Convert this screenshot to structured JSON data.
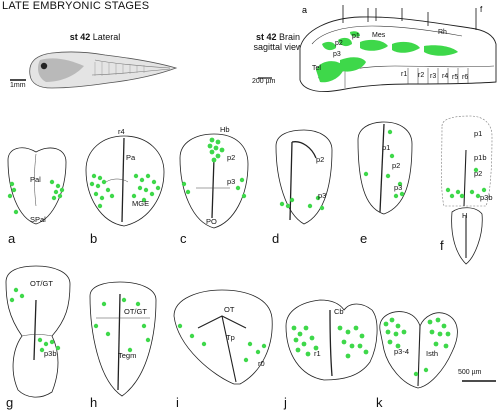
{
  "title": "LATE EMBRYONIC STAGES",
  "header_left": {
    "stage": "st 42",
    "view": "Lateral"
  },
  "header_right": {
    "stage": "st 42",
    "line1": "Brain",
    "line2": "sagittal view"
  },
  "scale_bars": {
    "left": "1mm",
    "right": "200 µm",
    "bottom": "500 µm"
  },
  "sagittal": {
    "letter": "a",
    "letter_f": "f",
    "labels": [
      "p2",
      "p1",
      "Mes",
      "Rh",
      "p3",
      "Tel",
      "r1",
      "r2",
      "r3",
      "r4",
      "r5",
      "r6"
    ]
  },
  "panels": [
    {
      "letter": "a",
      "labels": [
        "Pal",
        "SPal"
      ]
    },
    {
      "letter": "b",
      "labels": [
        "r4",
        "Pa",
        "MGE"
      ]
    },
    {
      "letter": "c",
      "labels": [
        "Hb",
        "p2",
        "p3",
        "PO"
      ]
    },
    {
      "letter": "d",
      "labels": [
        "p2",
        "p3"
      ]
    },
    {
      "letter": "e",
      "labels": [
        "p1",
        "p2",
        "p3"
      ]
    },
    {
      "letter": "f",
      "labels": [
        "p1",
        "p1b",
        "p2",
        "p3b",
        "H"
      ]
    },
    {
      "letter": "g",
      "labels": [
        "OT/GT",
        "p3b"
      ]
    },
    {
      "letter": "h",
      "labels": [
        "OT/GT",
        "Tegm"
      ]
    },
    {
      "letter": "i",
      "labels": [
        "OT",
        "Tp",
        "r0"
      ]
    },
    {
      "letter": "j",
      "labels": [
        "Cb",
        "r1"
      ]
    },
    {
      "letter": "k",
      "labels": [
        "p3-4",
        "Isth"
      ]
    }
  ],
  "colors": {
    "marker": "#3ed84a",
    "outline": "#222222",
    "tissue": "#cfcfcf"
  }
}
